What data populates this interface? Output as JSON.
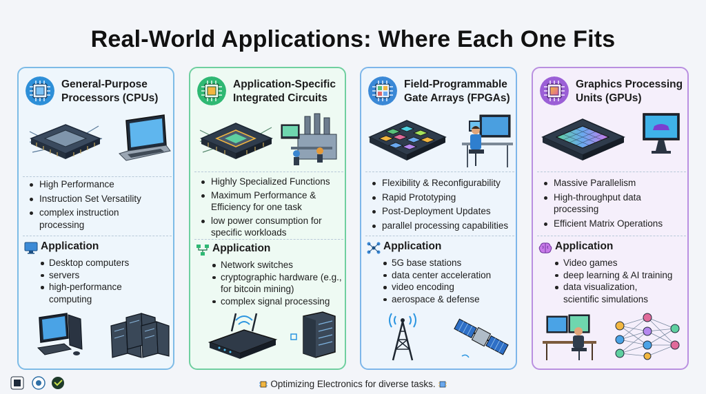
{
  "page": {
    "title": "Real-World Applications: Where Each One Fits",
    "footer": "Optimizing Electronics for diverse tasks."
  },
  "colors": {
    "cpu": "#2d8fd8",
    "asic": "#2fb873",
    "fpga": "#3a88d6",
    "gpu": "#9b5fd6"
  },
  "cards": [
    {
      "title": "General-Purpose Processors (CPUs)",
      "title_lines": [
        "General-Purpose",
        "Processors (CPUs)"
      ],
      "icon": "cpu-chip-icon",
      "bullets": [
        "High Performance",
        "Instruction Set Versatility",
        "complex instruction processing"
      ],
      "app_label": "Application",
      "app_icon": "monitor-icon",
      "applications": [
        "Desktop computers",
        "servers",
        "high-performance computing"
      ]
    },
    {
      "title": "Application-Specific Integrated Circuits",
      "title_lines": [
        "Application-Specific",
        "Integrated Circuits"
      ],
      "icon": "asic-chip-icon",
      "bullets": [
        "Highly Specialized Functions",
        "Maximum Performance & Efficiency for one task",
        "low power consumption for specific workloads"
      ],
      "app_label": "Application",
      "app_icon": "network-icon",
      "applications": [
        "Network switches",
        "cryptographic hardware (e.g., for bitcoin mining)",
        "complex signal processing"
      ]
    },
    {
      "title": "Field-Programmable Gate Arrays (FPGAs)",
      "title_lines": [
        "Field-Programmable",
        "Gate Arrays (FPGAs)"
      ],
      "icon": "fpga-chip-icon",
      "bullets": [
        "Flexibility & Reconfigurability",
        "Rapid Prototyping",
        "Post-Deployment Updates",
        "parallel processing capabilities"
      ],
      "app_label": "Application",
      "app_icon": "nodes-icon",
      "applications": [
        "5G base stations",
        "data center acceleration",
        "video encoding",
        "aerospace & defense"
      ]
    },
    {
      "title": "Graphics Processing Units (GPUs)",
      "title_lines": [
        "Graphics Processing",
        "Units (GPUs)"
      ],
      "icon": "gpu-chip-icon",
      "bullets": [
        "Massive Parallelism",
        "High-throughput data processing",
        "Efficient Matrix Operations"
      ],
      "app_label": "Application",
      "app_icon": "brain-icon",
      "applications": [
        "Video games",
        "deep learning & AI training",
        "data visualization, scientific simulations"
      ]
    }
  ]
}
